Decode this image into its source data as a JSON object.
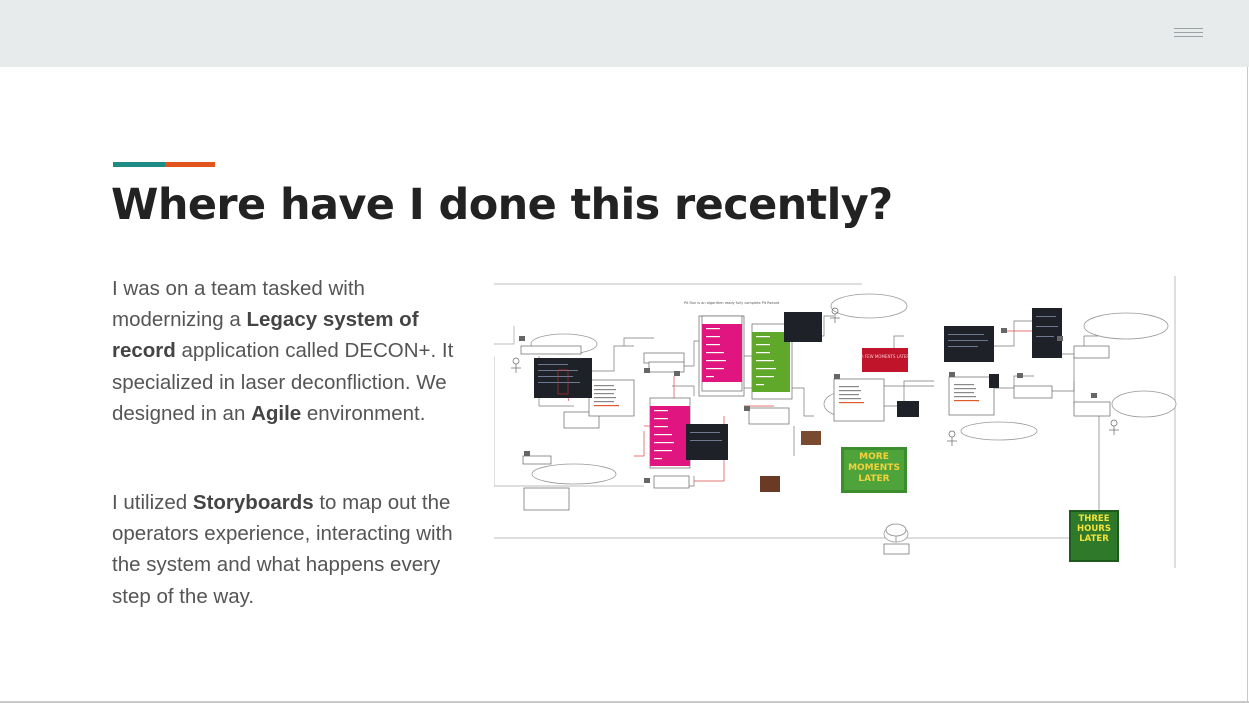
{
  "header": {
    "menu_icon": "hamburger-menu-icon"
  },
  "accent_colors": {
    "teal": "#1e8b85",
    "orange": "#e1551d"
  },
  "title": "Where have I done this recently?",
  "paragraph1": {
    "t1": "I was on a team tasked with modernizing a ",
    "b1": "Legacy system of record",
    "t2": " application called DECON+. It specialized in laser deconfliction. We designed in an ",
    "b2": "Agile",
    "t3": " environment."
  },
  "paragraph2": {
    "t1": "I utilized ",
    "b1": "Storyboards",
    "t2": " to map out the operators experience, interacting with the system and what happens every step of the way."
  },
  "storyboard": {
    "stickers": {
      "more_moments": "MORE MOMENTS LATER",
      "three_hours": "THREE HOURS LATER",
      "a_few_moments": "A FEW MOMENTS LATER"
    },
    "colors": {
      "magenta": "#e0157f",
      "green": "#5fa82a",
      "red": "#c0142a",
      "dark": "#1e2228"
    }
  }
}
